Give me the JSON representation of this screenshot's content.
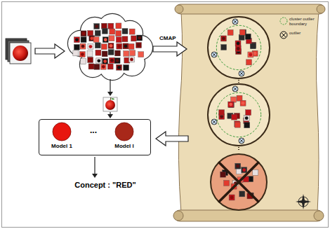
{
  "diagram": {
    "nodes": [
      {
        "text": [
          "..."
        ]
      },
      {
        "text": [
          "Model 1"
        ],
        "in": 0
      },
      {
        "text": [
          "Model l"
        ],
        "in": 0
      }
    ],
    "labels": [
      "CMAP",
      "Concept : \"RED\""
    ],
    "legend": [
      {
        "text": "cluster outlier boundary"
      },
      {
        "text": "outlier"
      }
    ]
  }
}
